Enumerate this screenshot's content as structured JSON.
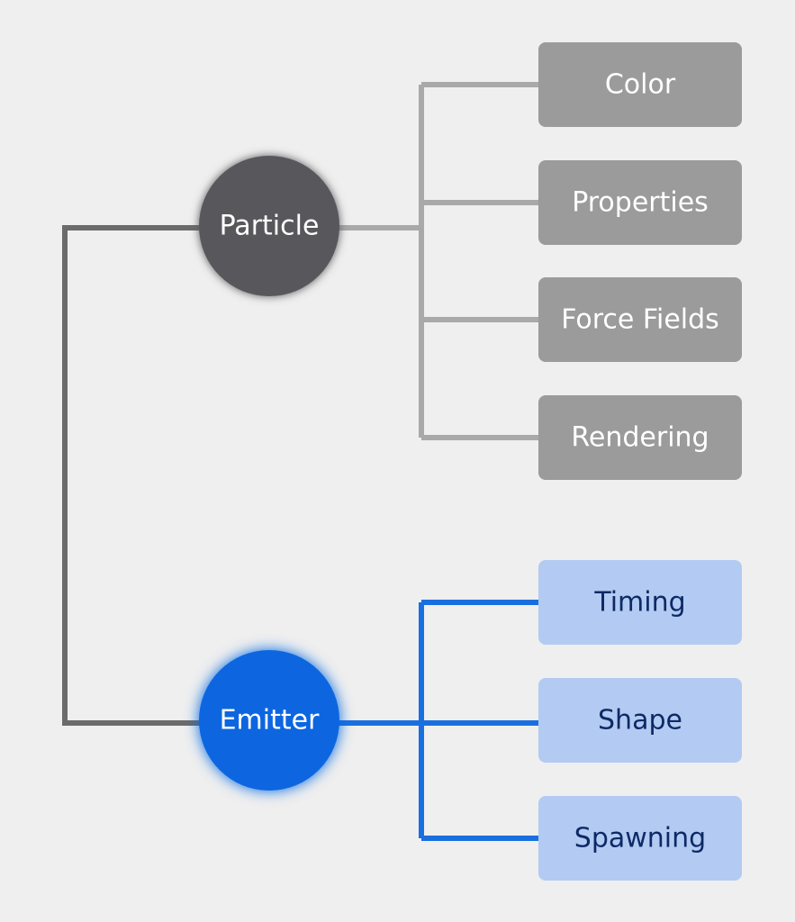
{
  "colors": {
    "background": "#efefef",
    "trunk_line": "#6b6b6b",
    "particle_node": "#58595b",
    "particle_line": "#a9a9a9",
    "particle_box": "#9b9b9b",
    "particle_text": "#ffffff",
    "emitter_node": "#0a66e0",
    "emitter_line": "#1a6fe0",
    "emitter_box": "#b3cbf2",
    "emitter_text": "#0d2a66"
  },
  "diagram": {
    "particle": {
      "label": "Particle",
      "children": [
        "Color",
        "Properties",
        "Force Fields",
        "Rendering"
      ]
    },
    "emitter": {
      "label": "Emitter",
      "children": [
        "Timing",
        "Shape",
        "Spawning"
      ]
    }
  }
}
